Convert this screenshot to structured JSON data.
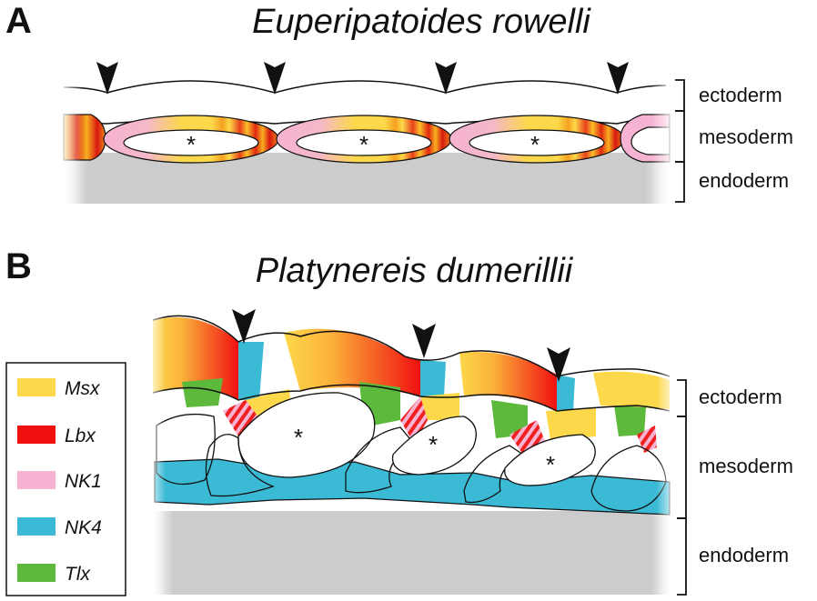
{
  "panels": [
    {
      "letter": "A",
      "species": "Euperipatoides rowelli",
      "layers": [
        "ectoderm",
        "mesoderm",
        "endoderm"
      ],
      "marker": "*"
    },
    {
      "letter": "B",
      "species": "Platynereis dumerillii",
      "layers": [
        "ectoderm",
        "mesoderm",
        "endoderm"
      ],
      "marker": "*"
    }
  ],
  "legend": [
    {
      "label": "Msx",
      "color": "#fdd84a"
    },
    {
      "label": "Lbx",
      "color": "#f01010"
    },
    {
      "label": "NK1",
      "color": "#f6b3d2"
    },
    {
      "label": "NK4",
      "color": "#3bbad6"
    },
    {
      "label": "Tlx",
      "color": "#5cb93c"
    }
  ],
  "colors": {
    "endoderm": "#cccccc",
    "outline": "#111111"
  }
}
